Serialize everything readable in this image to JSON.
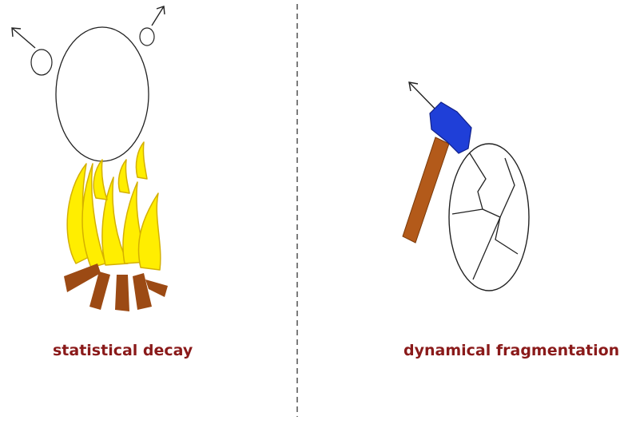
{
  "panels": {
    "left": {
      "caption": "statistical decay"
    },
    "right": {
      "caption": "dynamical fragmentation"
    }
  },
  "colors": {
    "caption": "#8a1a1a",
    "flame_fill": "#ffee00",
    "flame_outline": "#d4b000",
    "wood": "#9c4a14",
    "hammer_head": "#1f3fd8",
    "handle": "#b35a1a",
    "line": "#1a1a1a"
  },
  "icons": [
    "nucleus-circle",
    "fire-icon",
    "hammer-icon",
    "cracked-nucleus",
    "emission-arrow"
  ]
}
